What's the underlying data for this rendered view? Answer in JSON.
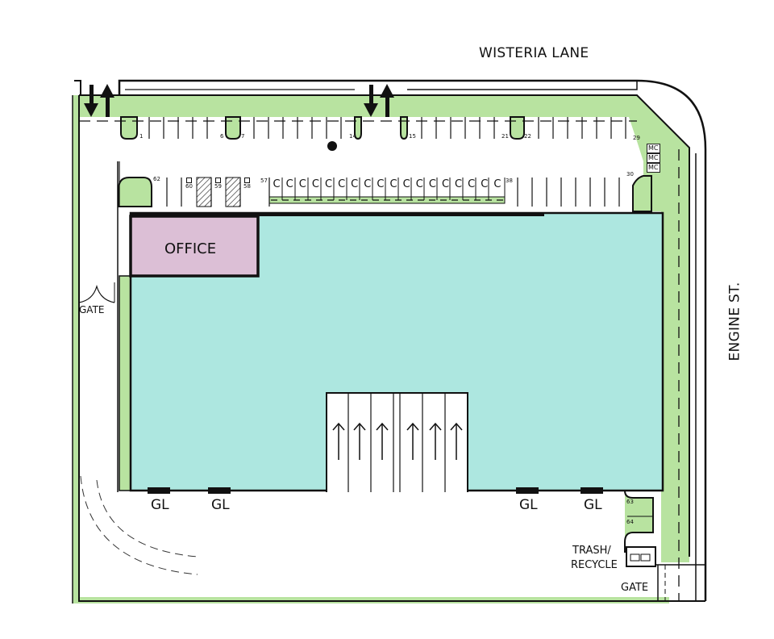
{
  "streets": {
    "north": "WISTERIA LANE",
    "east": "ENGINE ST."
  },
  "rooms": {
    "office": "OFFICE"
  },
  "gates": {
    "west": "GATE",
    "southeast": "GATE"
  },
  "trash": {
    "line1": "TRASH/",
    "line2": "RECYCLE"
  },
  "grade_level_doors": [
    "GL",
    "GL",
    "GL",
    "GL"
  ],
  "parking": {
    "north_row_labels": [
      "1",
      "6",
      "7",
      "14",
      "15",
      "21",
      "22",
      "29"
    ],
    "east_label": "30",
    "inner_row_labels": [
      "62",
      "60",
      "59",
      "58",
      "57",
      "38"
    ],
    "southeast_labels": [
      "63",
      "64"
    ],
    "compact_label": "C",
    "compact_count": 18,
    "motorcycle_label": "MC",
    "motorcycle_count": 3
  },
  "colors": {
    "building": "#ade7e0",
    "office": "#dcbfd6",
    "landscape": "#b8e3a0",
    "line": "#111111"
  }
}
